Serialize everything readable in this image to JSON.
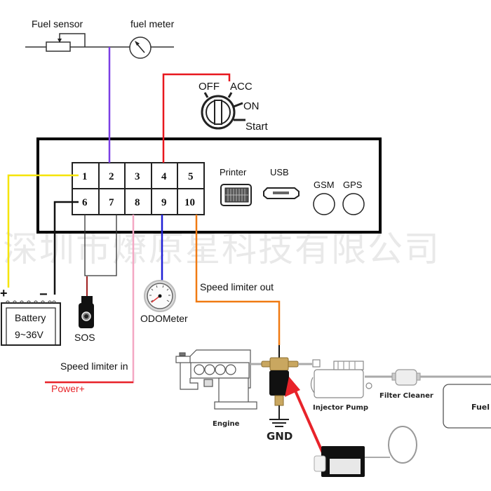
{
  "diagram": {
    "title": "Vehicle tracker speed limiter wiring diagram",
    "watermark": "深圳市燎原星科技有限公司",
    "top_circuit": {
      "fuel_sensor_label": "Fuel sensor",
      "fuel_meter_label": "fuel meter"
    },
    "ignition": {
      "off": "OFF",
      "acc": "ACC",
      "on": "ON",
      "start": "Start"
    },
    "terminal_block": {
      "pins_top": [
        "1",
        "2",
        "3",
        "4",
        "5"
      ],
      "pins_bottom": [
        "6",
        "7",
        "8",
        "9",
        "10"
      ]
    },
    "ports": {
      "printer": "Printer",
      "usb": "USB",
      "gsm": "GSM",
      "gps": "GPS"
    },
    "components": {
      "battery_label": "Battery",
      "battery_voltage": "9~36V",
      "battery_plus": "+",
      "battery_minus": "−",
      "sos": "SOS",
      "odometer": "ODOMeter",
      "speed_limiter_out": "Speed limiter out",
      "speed_limiter_in": "Speed limiter in",
      "power_plus": "Power+",
      "engine": "Engine",
      "gnd": "GND",
      "injector_pump": "Injector Pump",
      "filter_cleaner": "Filter Cleaner",
      "fuel_tank": "Fuel"
    },
    "wire_colors": {
      "pin1_yellow": "#f5e400",
      "pin2_purple": "#7b3fe4",
      "pin4_red": "#e8171e",
      "pin6_black": "#111111",
      "pin8_pink": "#f4a7c3",
      "pin9_blue": "#1f1fd6",
      "pin10_orange": "#f07a12",
      "power_red": "#e8252b",
      "arrow_red": "#e8232a"
    }
  }
}
